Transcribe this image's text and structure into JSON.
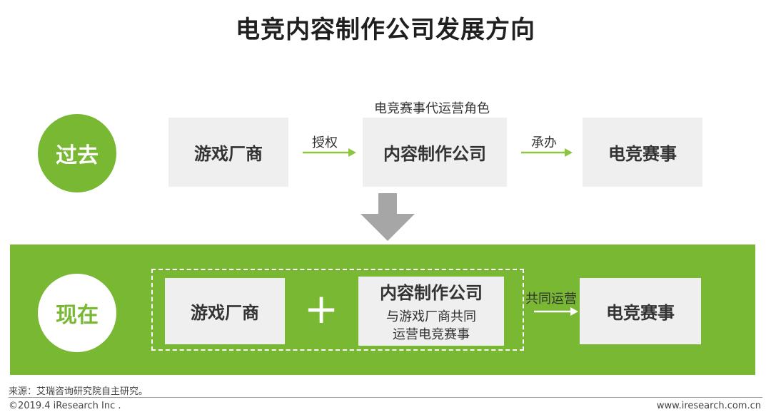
{
  "title": "电竞内容制作公司发展方向",
  "past": {
    "label": "过去",
    "role_note": "电竞赛事代运营角色",
    "nodes": [
      "游戏厂商",
      "内容制作公司",
      "电竞赛事"
    ],
    "edges": [
      "授权",
      "承办"
    ]
  },
  "now": {
    "label": "现在",
    "partner_left": "游戏厂商",
    "plus_sign": "+",
    "partner_right_title": "内容制作公司",
    "partner_right_sub_1": "与游戏厂商共同",
    "partner_right_sub_2": "运营电竞赛事",
    "edge": "共同运营",
    "target": "电竞赛事"
  },
  "footer": {
    "source": "来源：艾瑞咨询研究院自主研究。",
    "copyright": "©2019.4 iResearch Inc .",
    "site": "www.iresearch.com.cn"
  },
  "colors": {
    "accent_green": "#78b833",
    "box_gray": "#efefef",
    "arrow_gray": "#a6a6a6",
    "arrow_green": "#8cc63f"
  }
}
